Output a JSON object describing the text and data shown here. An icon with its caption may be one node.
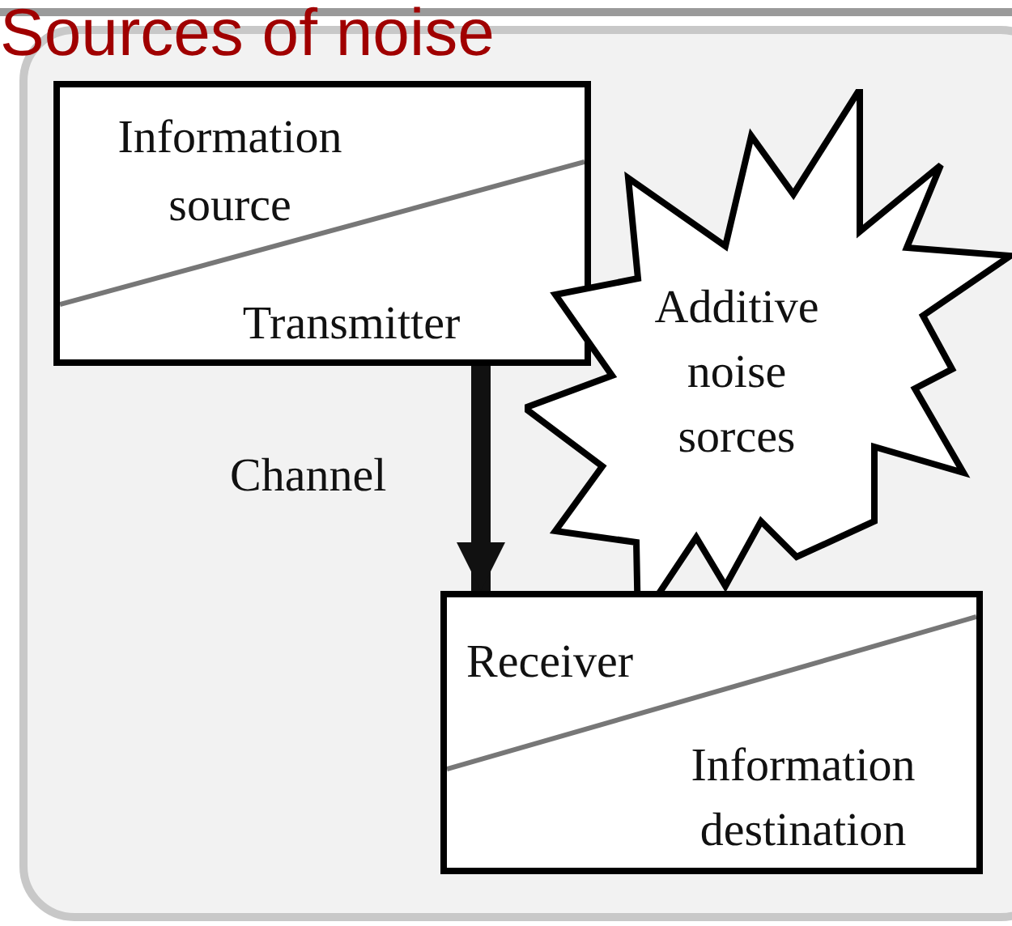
{
  "diagram": {
    "title": "Sources of noise",
    "nodes": [
      {
        "text": [
          "Information source",
          "Transmitter"
        ]
      },
      {
        "text": [
          "Additive noise sorces"
        ]
      },
      {
        "text": [
          "Receiver",
          "Information destination"
        ]
      }
    ],
    "edges": [
      {
        "from": 0,
        "to": 2,
        "arrow": "to",
        "label": "Channel"
      }
    ]
  }
}
